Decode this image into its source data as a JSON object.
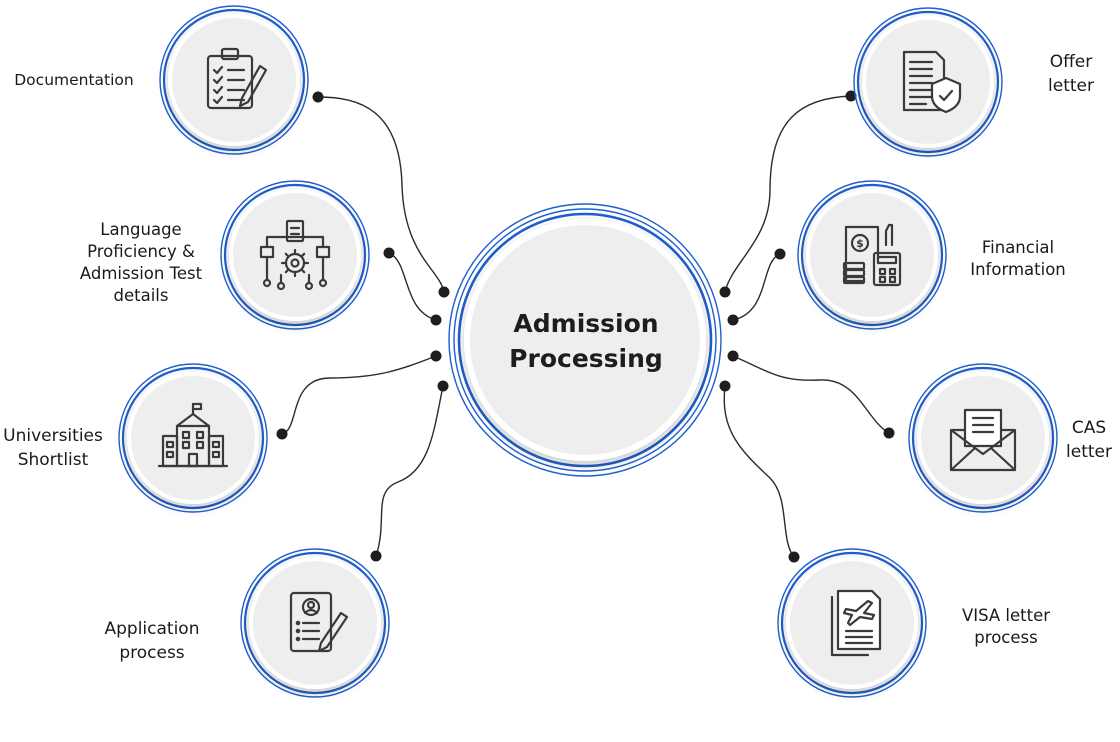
{
  "center": {
    "line1": "Admission",
    "line2": "Processing"
  },
  "nodes": [
    {
      "id": "documentation",
      "icon": "clipboard-checklist-icon",
      "label": [
        "Documentation"
      ]
    },
    {
      "id": "language-proficiency",
      "icon": "process-flow-gear-icon",
      "label": [
        "Language",
        "Proficiency &",
        "Admission Test",
        "details"
      ]
    },
    {
      "id": "universities-shortlist",
      "icon": "university-building-icon",
      "label": [
        "Universities",
        "Shortlist"
      ]
    },
    {
      "id": "application-process",
      "icon": "application-form-pen-icon",
      "label": [
        "Application",
        "process"
      ]
    },
    {
      "id": "offer-letter",
      "icon": "document-shield-icon",
      "label": [
        "Offer",
        "letter"
      ]
    },
    {
      "id": "financial-information",
      "icon": "calculator-money-icon",
      "label": [
        "Financial",
        "Information"
      ]
    },
    {
      "id": "cas-letter",
      "icon": "envelope-letter-icon",
      "label": [
        "CAS",
        "letter"
      ]
    },
    {
      "id": "visa-letter-process",
      "icon": "flight-documents-icon",
      "label": [
        "VISA letter",
        "process"
      ]
    }
  ],
  "colors": {
    "ring": "#1f5fcc",
    "disc": "#eeeeee",
    "line": "#2b2b2b",
    "dot": "#1e1e1e",
    "text": "#1a1a1a",
    "icon": "#3a3a3a"
  }
}
